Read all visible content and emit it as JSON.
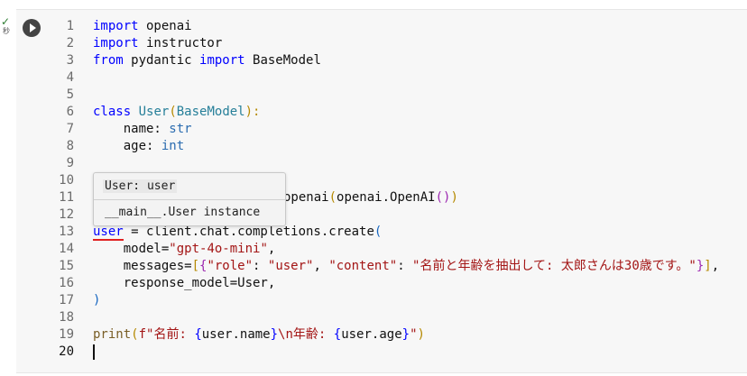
{
  "status": {
    "check": "✓",
    "time": "秒"
  },
  "run_button": {
    "icon": "play-icon"
  },
  "line_numbers": [
    "1",
    "2",
    "3",
    "4",
    "5",
    "6",
    "7",
    "8",
    "9",
    "10",
    "11",
    "12",
    "13",
    "14",
    "15",
    "16",
    "17",
    "18",
    "19",
    "20"
  ],
  "code": {
    "l1_kw": "import",
    "l1_rest": " openai",
    "l2_kw": "import",
    "l2_rest": " instructor",
    "l3_kw1": "from",
    "l3_mid": " pydantic ",
    "l3_kw2": "import",
    "l3_rest": " BaseModel",
    "l6_kw": "class",
    "l6_cls": "User",
    "l6_open": "(",
    "l6_base": "BaseModel",
    "l6_close": "):",
    "l7_name": "    name: ",
    "l7_type": "str",
    "l8_name": "    age: ",
    "l8_type": "int",
    "l11_tail1": "openai",
    "l11_p1": "(",
    "l11_tail2": "openai.OpenAI",
    "l11_p2": "()",
    "l11_p3": ")",
    "l13_var": "user",
    "l13_rest": " = client.chat.completions.create",
    "l13_open": "(",
    "l14_a": "    model=",
    "l14_s": "\"gpt-4o-mini\"",
    "l14_b": ",",
    "l15_a": "    messages=",
    "l15_b1": "[",
    "l15_b2": "{",
    "l15_k1": "\"role\"",
    "l15_c1": ": ",
    "l15_v1": "\"user\"",
    "l15_c2": ", ",
    "l15_k2": "\"content\"",
    "l15_c3": ": ",
    "l15_v2": "\"名前と年齢を抽出して: 太郎さんは30歳です。\"",
    "l15_b3": "}",
    "l15_b4": "]",
    "l15_end": ",",
    "l16": "    response_model=User,",
    "l17_close": ")",
    "l19_fn": "print",
    "l19_open": "(",
    "l19_str1": "f\"名前: ",
    "l19_brace1": "{",
    "l19_expr1": "user.name",
    "l19_brace2": "}",
    "l19_str2": "\\n年齢: ",
    "l19_brace3": "{",
    "l19_expr2": "user.age",
    "l19_brace4": "}",
    "l19_str3": "\"",
    "l19_close": ")"
  },
  "tooltip": {
    "signature": "User: user",
    "doc": "__main__.User instance"
  }
}
